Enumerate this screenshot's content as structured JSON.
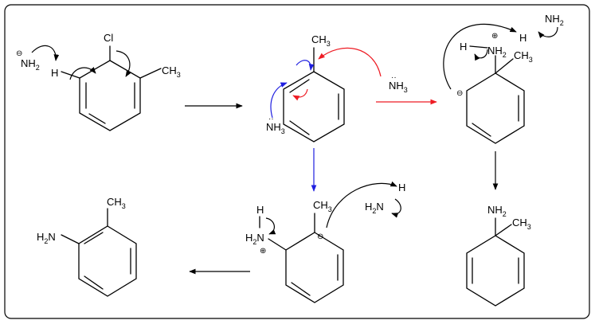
{
  "colors": {
    "frame": "#000000",
    "electron_push_red": "#ee1c24",
    "electron_push_blue": "#1f1fe0",
    "background": "#ffffff"
  },
  "labels": {
    "cl": "Cl",
    "ch3": "CH",
    "ch3_sub": "3",
    "h": "H",
    "nh2": "NH",
    "nh2_sub": "2",
    "nh3": "NH",
    "nh3_sub": "3",
    "h2n_h": "H",
    "h2n_sub": "2",
    "h2n_n": "N",
    "minus": "⊖",
    "plus": "⊕",
    "lone_pair": "··"
  }
}
